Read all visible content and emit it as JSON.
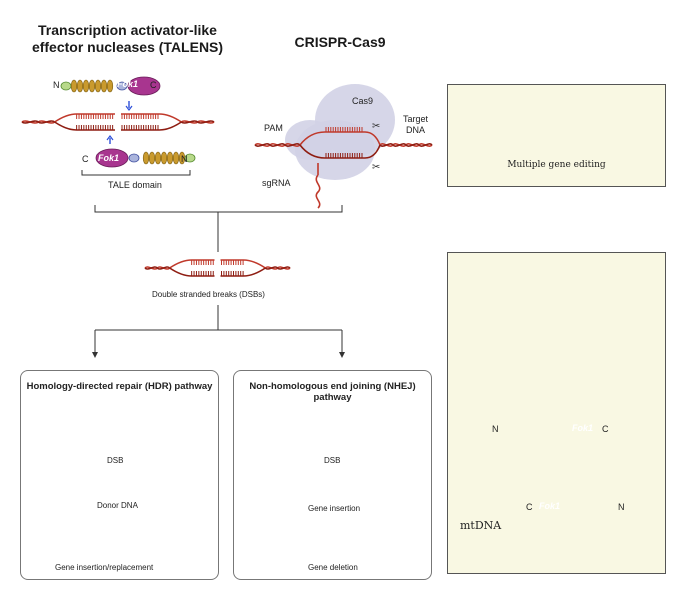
{
  "talens": {
    "title_line1": "Transcription activator-like",
    "title_line2": "effector nucleases (TALENS)",
    "n_top": "N",
    "c_top": "C",
    "fok1_top": "Fok1",
    "c_bottom": "C",
    "n_bottom": "N",
    "fok1_bottom": "Fok1",
    "tale_domain": "TALE domain"
  },
  "crispr": {
    "title": "CRISPR-Cas9",
    "cas9": "Cas9",
    "pam": "PAM",
    "target_dna": "Target\nDNA",
    "sgrna": "sgRNA"
  },
  "multiplex": {
    "label": "Multiple gene editing"
  },
  "dsb": {
    "label": "Double stranded breaks (DSBs)"
  },
  "hdr": {
    "title": "Homology-directed repair (HDR) pathway",
    "dsb": "DSB",
    "donor": "Donor DNA",
    "result": "Gene insertion/replacement"
  },
  "nhej": {
    "title": "Non-homologous end joining (NHEJ) pathway",
    "dsb": "DSB",
    "insertion": "Gene insertion",
    "deletion": "Gene deletion"
  },
  "mito": {
    "n": "N",
    "c": "C",
    "fok1": "Fok1",
    "label": "mtDNA"
  },
  "colors": {
    "dna": "#c0392b",
    "dna_dark": "#8e1d12",
    "fok1": "#a8358f",
    "tale": "#c99a2e",
    "panel_bg": "#f9f8e3",
    "cas9": "#d2d2e6",
    "mito_purple": "#8a72c6",
    "mito_pink": "#d57bab"
  }
}
